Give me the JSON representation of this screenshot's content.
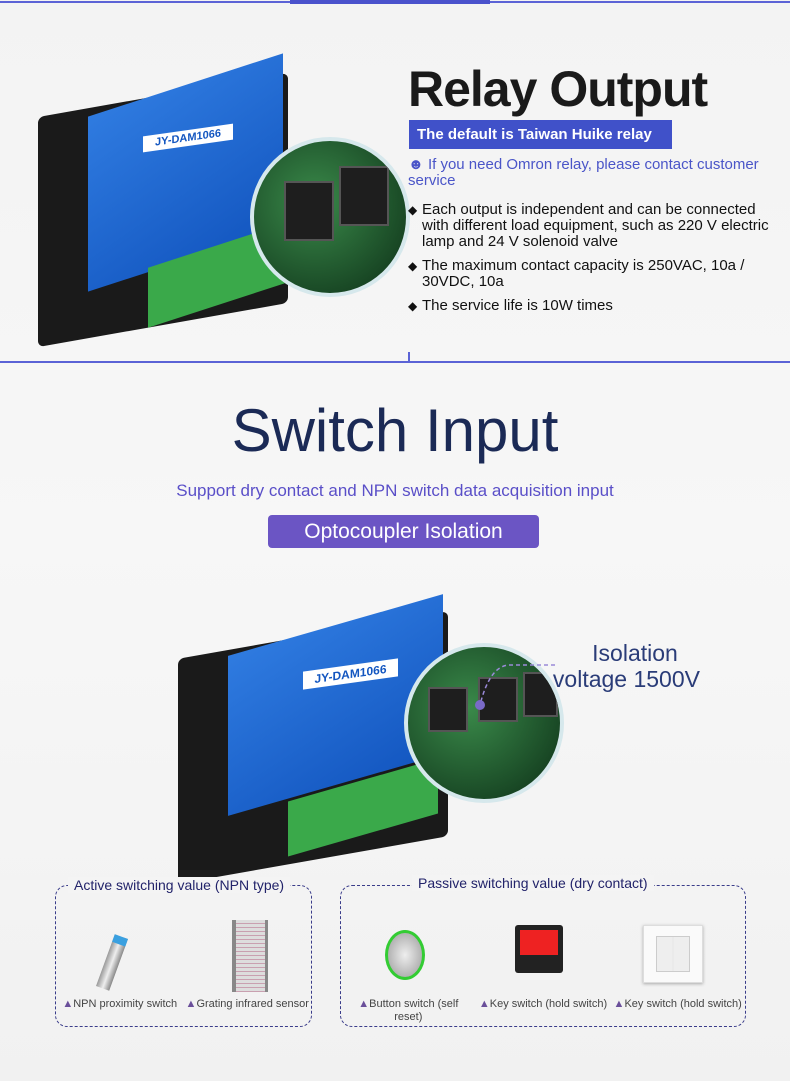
{
  "relay_output": {
    "title": "Relay Output",
    "banner": "The default is Taiwan Huike relay",
    "contact_note": "If you need Omron relay, please contact customer service",
    "bullets": [
      "Each output is independent and can be connected with different load equipment, such as 220 V electric lamp and 24 V solenoid valve",
      "The maximum contact capacity is 250VAC, 10a / 30VDC, 10a",
      "The service life is 10W times"
    ]
  },
  "product": {
    "model": "JY-DAM1066"
  },
  "switch_input": {
    "title": "Switch Input",
    "subtitle": "Support dry contact and NPN switch data acquisition input",
    "badge": "Optocoupler  Isolation",
    "isolation_line1": "Isolation",
    "isolation_line2": "voltage 1500V"
  },
  "active_group": {
    "title": "Active switching value (NPN type)",
    "items": [
      "NPN proximity switch",
      "Grating infrared sensor"
    ]
  },
  "passive_group": {
    "title": "Passive switching value (dry contact)",
    "items": [
      "Button switch (self reset)",
      "Key switch (hold switch)",
      "Key switch (hold switch)"
    ]
  },
  "colors": {
    "accent": "#4051c9",
    "purple": "#6b55c4",
    "navy": "#1b2a56"
  }
}
